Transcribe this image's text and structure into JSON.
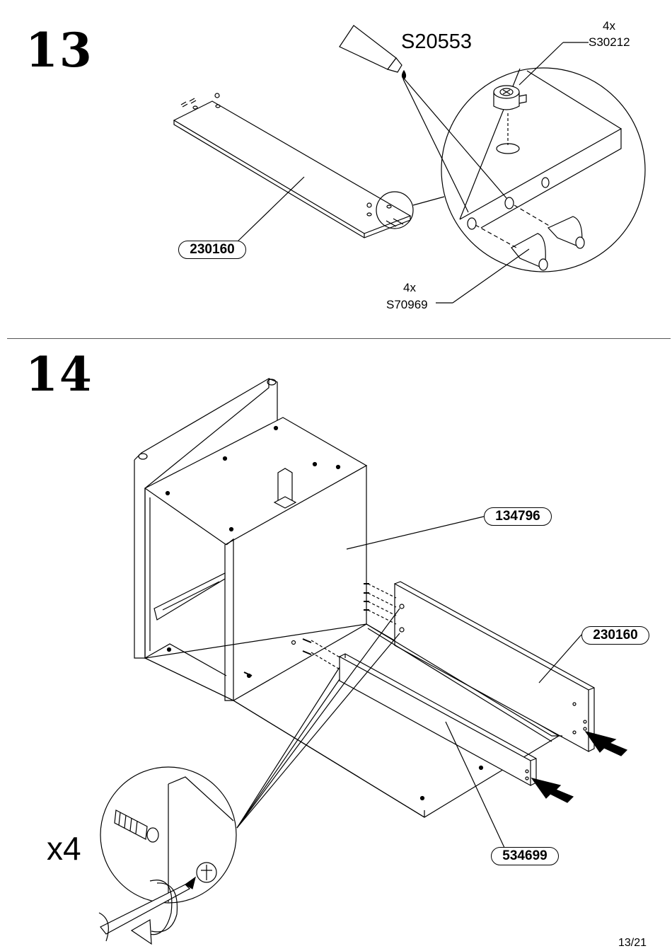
{
  "step13": {
    "number": "13",
    "glue_code": "S20553",
    "cam_qty": "4x",
    "cam_code": "S30212",
    "dowel_qty": "4x",
    "dowel_code": "S70969",
    "panel_label": "230160"
  },
  "step14": {
    "number": "14",
    "cabinet_label": "134796",
    "panel_label": "230160",
    "rail_label": "534699",
    "repeat": "x4"
  },
  "footer": {
    "page_number": "13/21"
  },
  "icons": [
    "glue-tube-icon",
    "cam-lock-icon",
    "dowel-icon",
    "screwdriver-icon",
    "push-arrow-icon",
    "rotate-arrow-icon"
  ]
}
